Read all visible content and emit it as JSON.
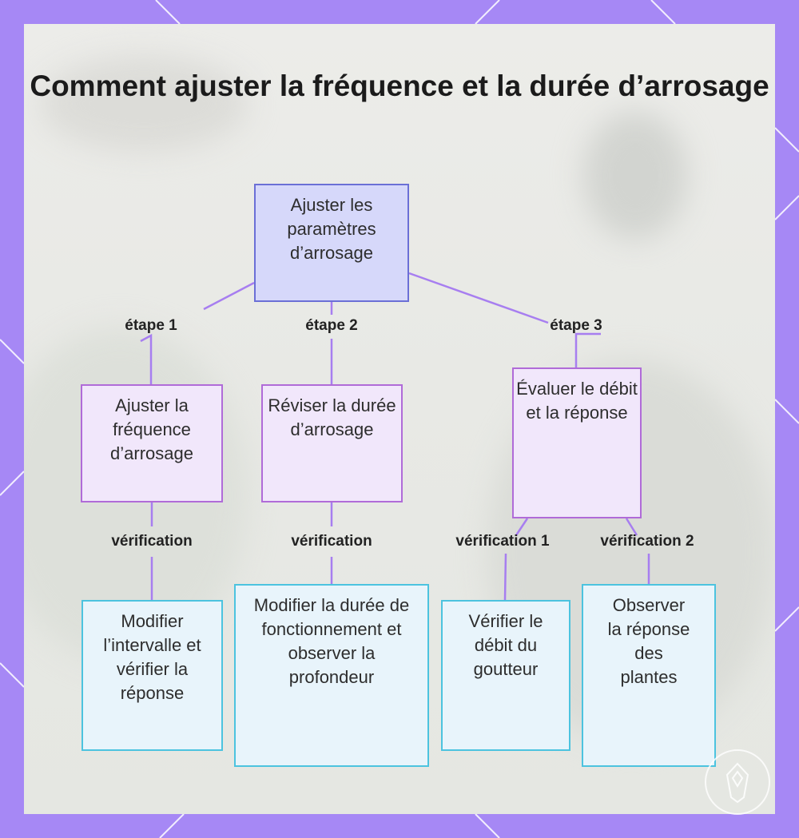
{
  "title": "Comment ajuster la fréquence et la durée d’arrosage",
  "root": {
    "label": "Ajuster les paramètres d’arrosage"
  },
  "branches": [
    {
      "edge_label": "étape 1",
      "node": "Ajuster la fréquence d’arrosage",
      "checks": [
        {
          "edge_label": "vérification",
          "node": "Modifier l’intervalle et vérifier la réponse"
        }
      ]
    },
    {
      "edge_label": "étape 2",
      "node": "Réviser la durée d’arrosage",
      "checks": [
        {
          "edge_label": "vérification",
          "node": "Modifier la durée de fonctionnement et observer la profondeur"
        }
      ]
    },
    {
      "edge_label": "étape 3",
      "node": "Évaluer le débit et la réponse",
      "checks": [
        {
          "edge_label": "vérification 1",
          "node": "Vérifier le débit du goutteur"
        },
        {
          "edge_label": "vérification 2",
          "node": "Observer la réponse des plantes"
        }
      ]
    }
  ],
  "colors": {
    "frame": "#a688f5",
    "root_fill": "#d6d8fa",
    "root_border": "#6b6fd6",
    "mid_fill": "#f1e7fb",
    "mid_border": "#b06bd8",
    "leaf_fill": "#e8f4fb",
    "leaf_border": "#4cc3df",
    "connector": "#a77ef0"
  }
}
